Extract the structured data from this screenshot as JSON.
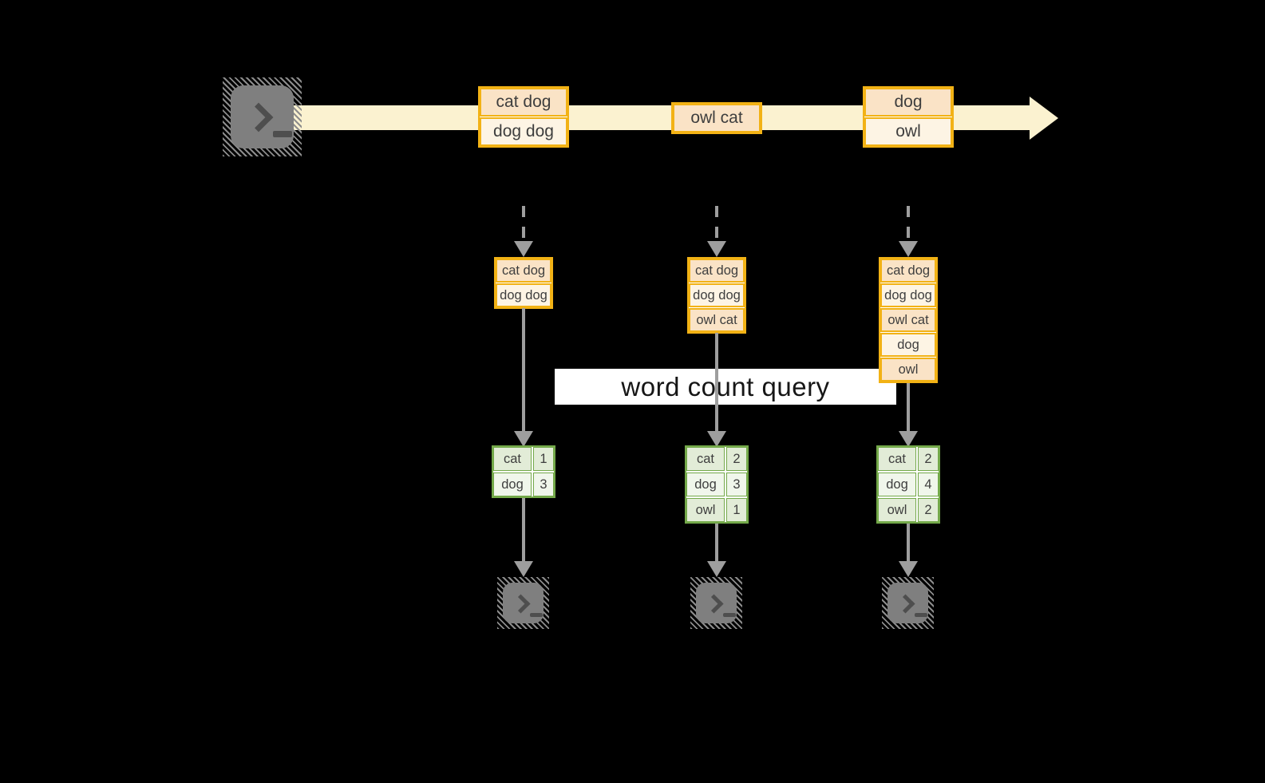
{
  "query_label": "word count query",
  "stream_events": [
    {
      "rows": [
        "cat dog",
        "dog dog"
      ]
    },
    {
      "rows": [
        "owl cat"
      ]
    },
    {
      "rows": [
        "dog",
        "owl"
      ]
    }
  ],
  "columns": [
    {
      "state_rows": [
        "cat dog",
        "dog dog"
      ],
      "counts": [
        {
          "word": "cat",
          "n": "1"
        },
        {
          "word": "dog",
          "n": "3"
        }
      ]
    },
    {
      "state_rows": [
        "cat dog",
        "dog dog",
        "owl cat"
      ],
      "counts": [
        {
          "word": "cat",
          "n": "2"
        },
        {
          "word": "dog",
          "n": "3"
        },
        {
          "word": "owl",
          "n": "1"
        }
      ]
    },
    {
      "state_rows": [
        "cat dog",
        "dog dog",
        "owl cat",
        "dog",
        "owl"
      ],
      "counts": [
        {
          "word": "cat",
          "n": "2"
        },
        {
          "word": "dog",
          "n": "4"
        },
        {
          "word": "owl",
          "n": "2"
        }
      ]
    }
  ],
  "icons": {
    "terminal": "❯_ terminal prompt",
    "stream_arrow": "right-arrow band"
  },
  "colors": {
    "background": "#000000",
    "stream_band": "#FBF2D0",
    "gold_border": "#F2B215",
    "cell_peach": "#FAE3C6",
    "cell_cream": "#FDF4E4",
    "green_border": "#74A94A",
    "green_cell_dark": "#E2ECD7",
    "green_cell_light": "#F0F6EB",
    "arrow_gray": "#9E9E9E",
    "terminal_gray": "#7F7F7F",
    "query_band_bg": "#FFFFFF"
  }
}
